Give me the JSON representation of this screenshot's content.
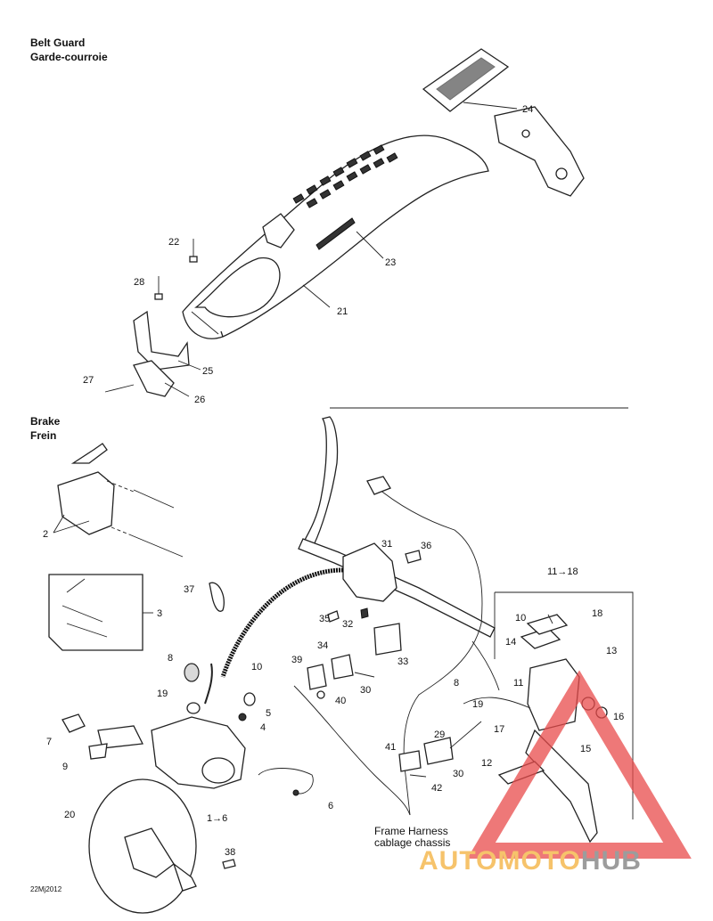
{
  "sections": {
    "belt_guard": {
      "title_en": "Belt Guard",
      "title_fr": "Garde-courroie"
    },
    "brake": {
      "title_en": "Brake",
      "title_fr": "Frein"
    }
  },
  "callouts": {
    "n21": "21",
    "n22": "22",
    "n23": "23",
    "n24": "24",
    "n25": "25",
    "n26": "26",
    "n27": "27",
    "n28": "28",
    "n2": "2",
    "n3": "3",
    "n31": "31",
    "n36": "36",
    "n37": "37",
    "n35": "35",
    "n32": "32",
    "n10a": "10",
    "n10b": "10",
    "n8a": "8",
    "n8b": "8",
    "n19a": "19",
    "n19b": "19",
    "n5": "5",
    "n4": "4",
    "n7": "7",
    "n9": "9",
    "n6": "6",
    "n1to6": "1→6",
    "n20": "20",
    "n38": "38",
    "n34": "34",
    "n33": "33",
    "n39": "39",
    "n30a": "30",
    "n30b": "30",
    "n40": "40",
    "n29": "29",
    "n41": "41",
    "n42": "42",
    "n11to18": "11→18",
    "n18": "18",
    "n14": "14",
    "n13": "13",
    "n11": "11",
    "n16": "16",
    "n17": "17",
    "n15": "15",
    "n12": "12"
  },
  "harness": {
    "label_en": "Frame Harness",
    "label_fr": "cablage chassis"
  },
  "footer": {
    "code": "22Mj2012"
  },
  "watermark": {
    "part1": "AUTOMOTO",
    "part2": "HUB",
    "color_main": "#f6c36b",
    "color_alt": "#9c9c9c",
    "triangle_color": "#e84b4b"
  }
}
